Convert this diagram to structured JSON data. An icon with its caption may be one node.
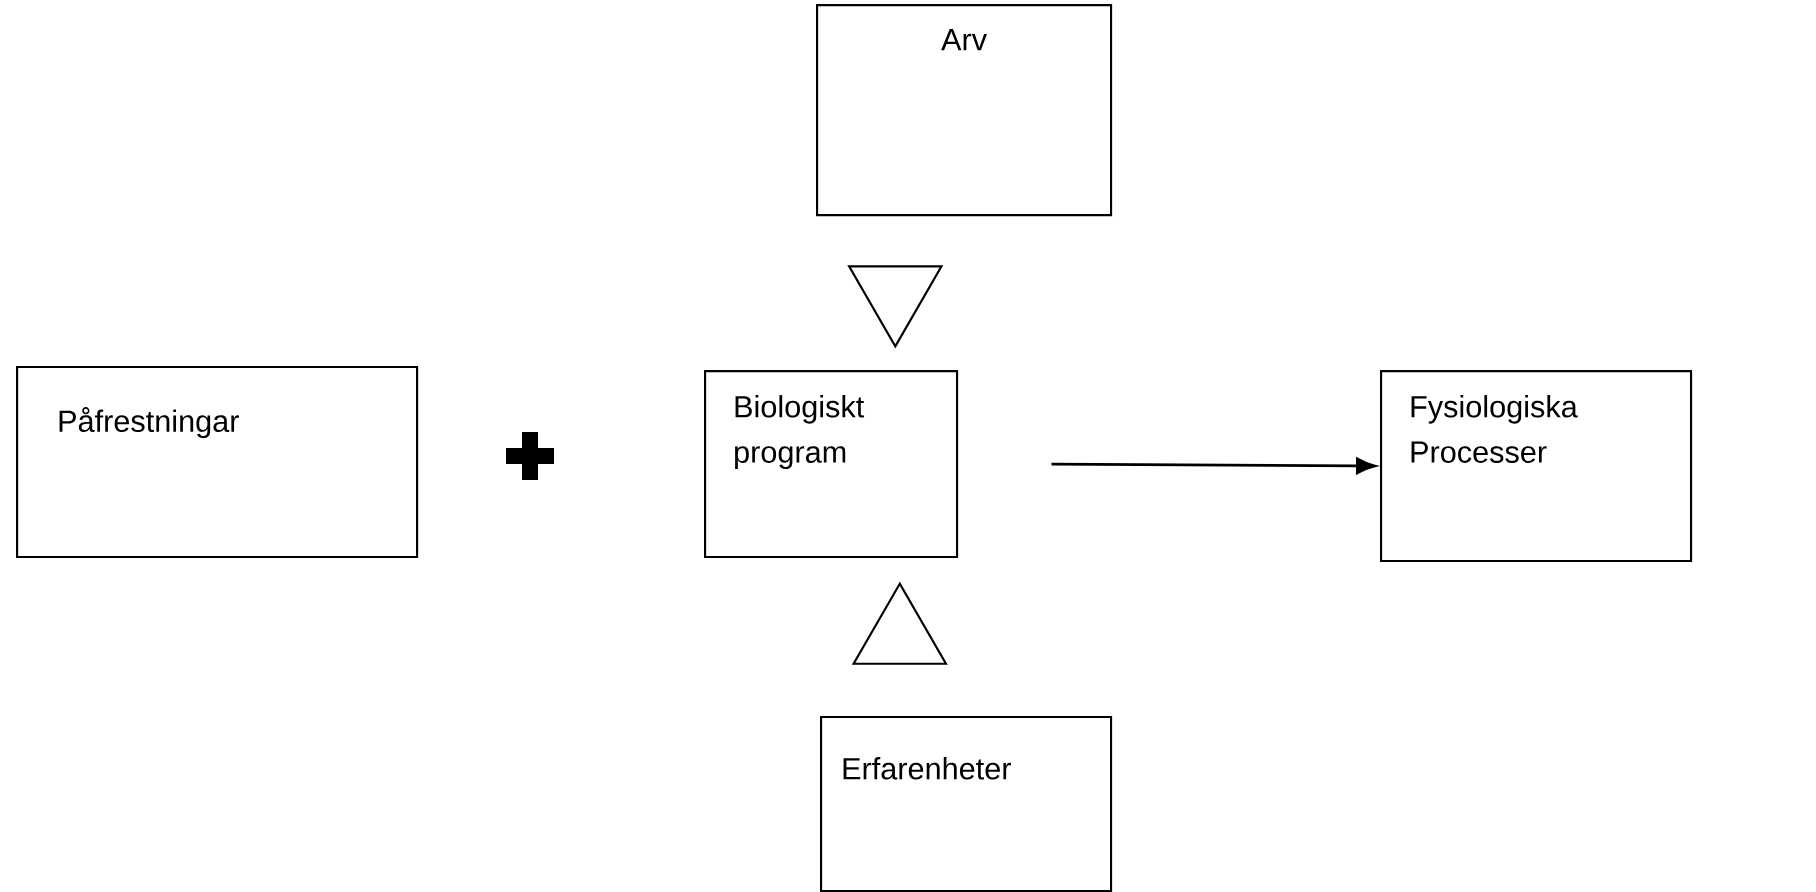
{
  "diagram": {
    "nodes": [
      {
        "text": [
          "Arv"
        ]
      },
      {
        "text": [
          "Påfrestningar"
        ]
      },
      {
        "text": [
          "Biologiskt program"
        ]
      },
      {
        "text": [
          "Fysiologiska Processer"
        ]
      },
      {
        "text": [
          "Erfarenheter"
        ]
      }
    ],
    "edges": [
      {
        "from": 0,
        "to": 2,
        "arrow": "to"
      },
      {
        "from": 4,
        "to": 2,
        "arrow": "to"
      },
      {
        "from": 2,
        "to": 3,
        "arrow": "to"
      }
    ]
  }
}
